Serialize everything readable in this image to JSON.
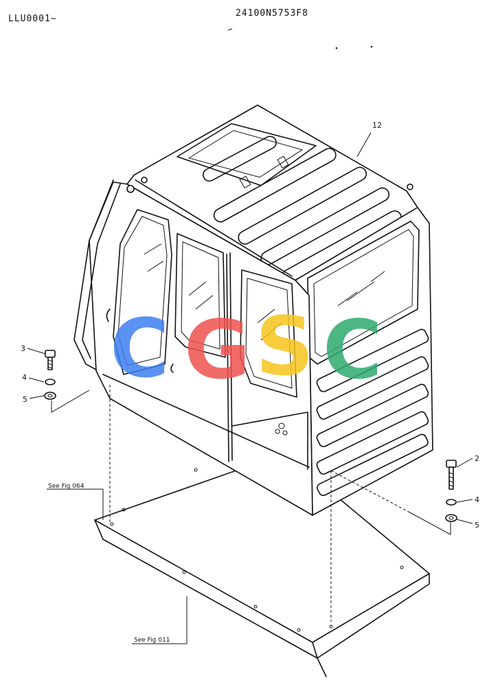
{
  "header": {
    "doc_code": "LLU0001~",
    "part_number": "24100N5753F8"
  },
  "callouts": {
    "cab": "12",
    "bolt_left": "3",
    "washer_left": "4",
    "lockwasher_left": "5",
    "bolt_right": "2",
    "washer_right": "4",
    "lockwasher_right": "5"
  },
  "references": {
    "upper": "See Fig 064",
    "lower": "See Fig 011"
  },
  "watermark": {
    "letters": [
      "C",
      "G",
      "S",
      "C"
    ],
    "colors": [
      "#3d7ff0",
      "#ef5350",
      "#f7c51c",
      "#2eab6f"
    ]
  }
}
